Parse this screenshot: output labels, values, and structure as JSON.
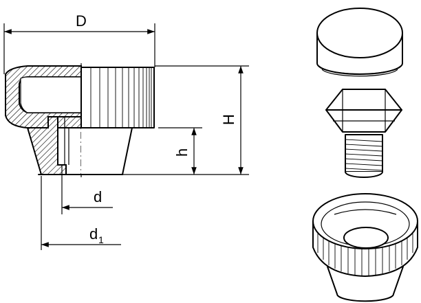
{
  "labels": {
    "D": "D",
    "H": "H",
    "h": "h",
    "d": "d",
    "d1_main": "d",
    "d1_sub": "1"
  }
}
